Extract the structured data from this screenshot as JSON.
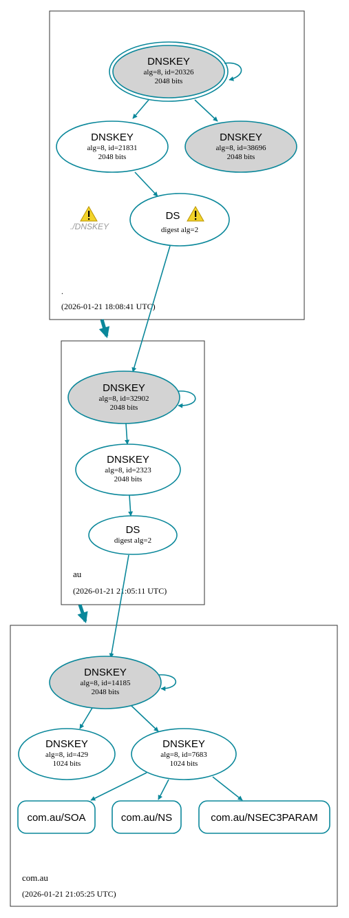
{
  "colors": {
    "edge": "#0a879a",
    "node_fill_ksk": "#d3d3d3",
    "node_fill": "#ffffff",
    "zone_border": "#333333",
    "warning_fill": "#f2d32a",
    "warning_text": "#999999"
  },
  "zones": [
    {
      "name": ".",
      "timestamp": "(2026-01-21 18:08:41 UTC)"
    },
    {
      "name": "au",
      "timestamp": "(2026-01-21 21:05:11 UTC)"
    },
    {
      "name": "com.au",
      "timestamp": "(2026-01-21 21:05:25 UTC)"
    }
  ],
  "root_warning": {
    "icon": "warning-icon",
    "label": "./DNSKEY"
  },
  "nodes": {
    "root_ksk": {
      "title": "DNSKEY",
      "line1": "alg=8, id=20326",
      "line2": "2048 bits"
    },
    "root_zsk1": {
      "title": "DNSKEY",
      "line1": "alg=8, id=21831",
      "line2": "2048 bits"
    },
    "root_zsk2": {
      "title": "DNSKEY",
      "line1": "alg=8, id=38696",
      "line2": "2048 bits"
    },
    "root_ds": {
      "title": "DS",
      "line1": "digest alg=2",
      "icon": "warning-icon"
    },
    "au_ksk": {
      "title": "DNSKEY",
      "line1": "alg=8, id=32902",
      "line2": "2048 bits"
    },
    "au_zsk": {
      "title": "DNSKEY",
      "line1": "alg=8, id=2323",
      "line2": "2048 bits"
    },
    "au_ds": {
      "title": "DS",
      "line1": "digest alg=2"
    },
    "comau_ksk": {
      "title": "DNSKEY",
      "line1": "alg=8, id=14185",
      "line2": "2048 bits"
    },
    "comau_zsk1": {
      "title": "DNSKEY",
      "line1": "alg=8, id=429",
      "line2": "1024 bits"
    },
    "comau_zsk2": {
      "title": "DNSKEY",
      "line1": "alg=8, id=7683",
      "line2": "1024 bits"
    },
    "rr_soa": {
      "label": "com.au/SOA"
    },
    "rr_ns": {
      "label": "com.au/NS"
    },
    "rr_nsec3": {
      "label": "com.au/NSEC3PARAM"
    }
  }
}
